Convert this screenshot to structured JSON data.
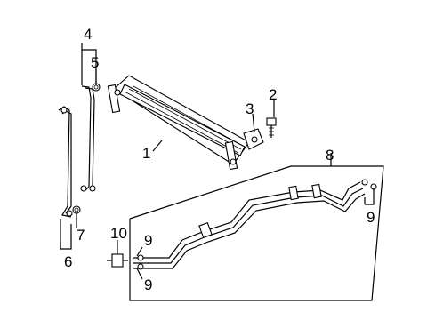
{
  "callouts": {
    "c1": "1",
    "c2": "2",
    "c3": "3",
    "c4": "4",
    "c5": "5",
    "c6": "6",
    "c7": "7",
    "c8": "8",
    "c9a": "9",
    "c9b": "9",
    "c9c": "9",
    "c10": "10"
  }
}
